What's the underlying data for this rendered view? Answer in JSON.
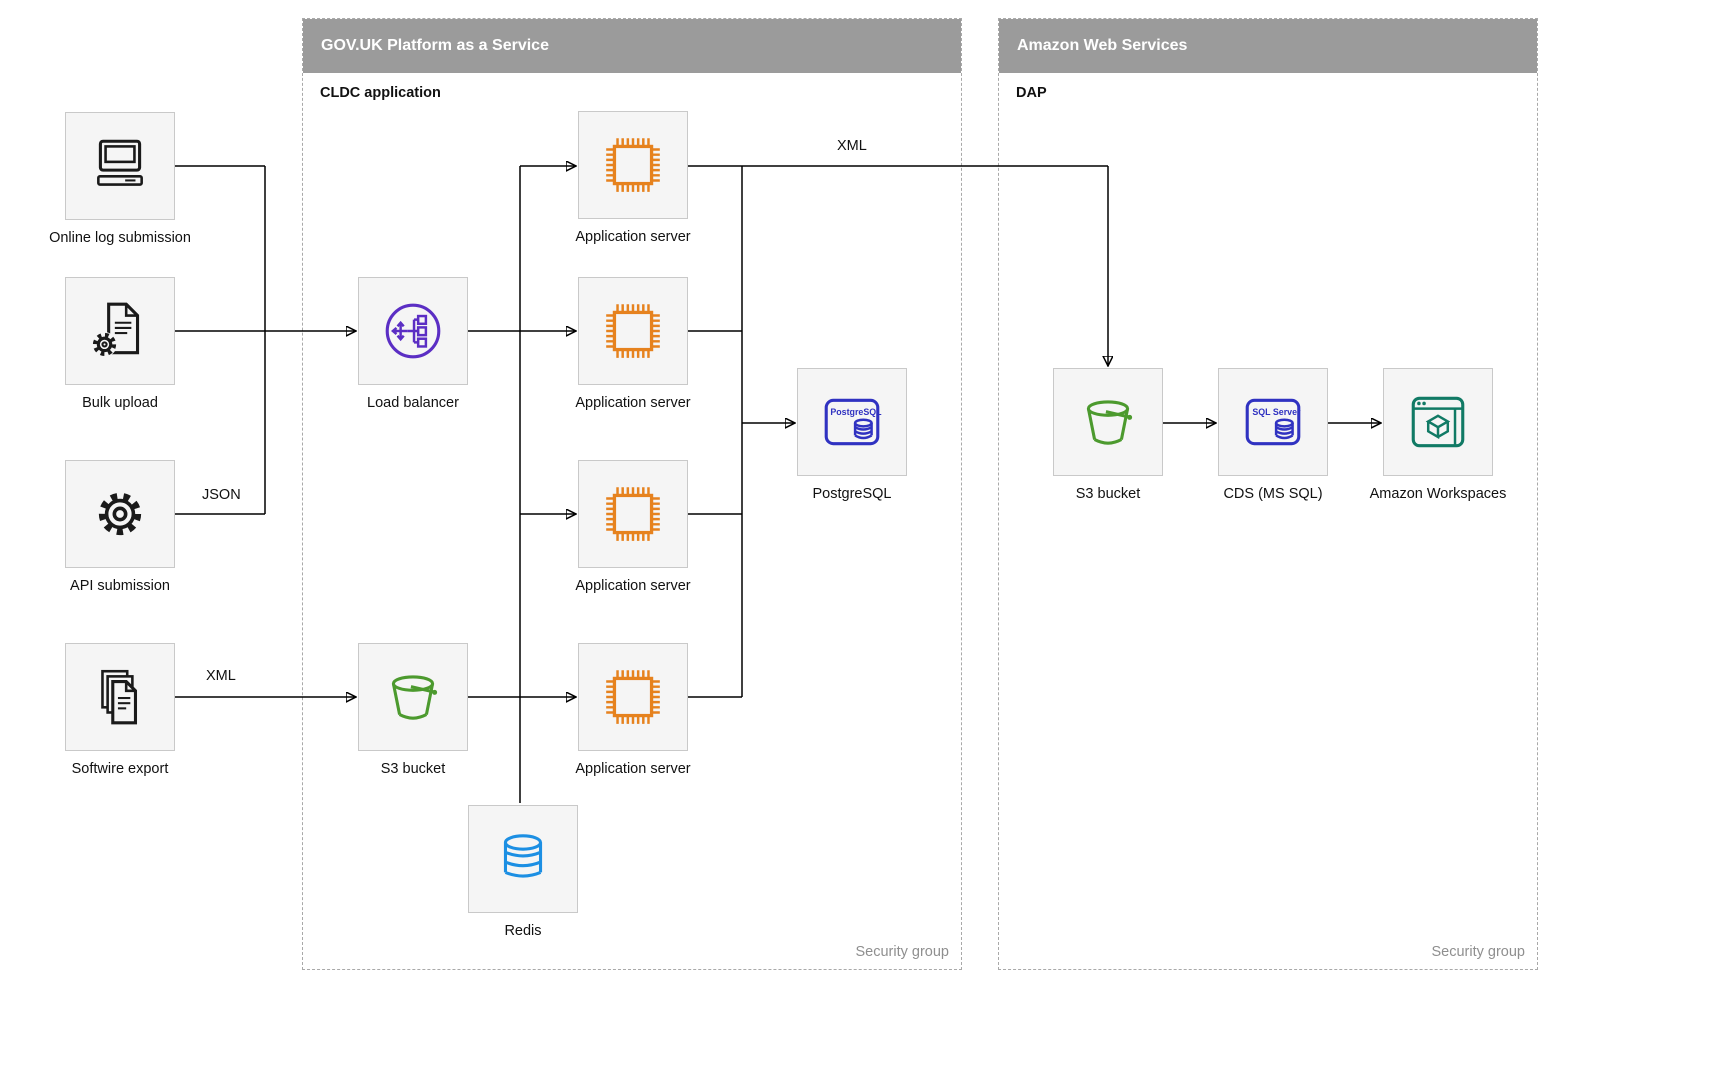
{
  "diagram": {
    "containers": {
      "govuk": {
        "title": "GOV.UK Platform as a Service",
        "sublabel": "CLDC application",
        "security_label": "Security group"
      },
      "aws": {
        "title": "Amazon Web Services",
        "sublabel": "DAP",
        "security_label": "Security group"
      }
    },
    "nodes": {
      "online_log": {
        "label": "Online log submission",
        "icon": "computer-icon"
      },
      "bulk_upload": {
        "label": "Bulk upload",
        "icon": "document-gear-icon"
      },
      "api_submission": {
        "label": "API submission",
        "icon": "gear-icon"
      },
      "softwire_export": {
        "label": "Softwire export",
        "icon": "documents-stack-icon"
      },
      "load_balancer": {
        "label": "Load balancer",
        "icon": "load-balancer-icon"
      },
      "s3_govuk": {
        "label": "S3 bucket",
        "icon": "bucket-icon"
      },
      "app_server_1": {
        "label": "Application server",
        "icon": "chip-icon"
      },
      "app_server_2": {
        "label": "Application server",
        "icon": "chip-icon"
      },
      "app_server_3": {
        "label": "Application server",
        "icon": "chip-icon"
      },
      "app_server_4": {
        "label": "Application server",
        "icon": "chip-icon"
      },
      "postgresql": {
        "label": "PostgreSQL",
        "icon": "postgresql-icon"
      },
      "redis": {
        "label": "Redis",
        "icon": "redis-database-icon"
      },
      "s3_aws": {
        "label": "S3 bucket",
        "icon": "bucket-icon"
      },
      "cds": {
        "label": "CDS (MS SQL)",
        "icon": "sql-server-icon"
      },
      "workspaces": {
        "label": "Amazon Workspaces",
        "icon": "workspaces-icon"
      }
    },
    "edge_labels": {
      "api_json": "JSON",
      "softwire_xml": "XML",
      "dap_xml": "XML"
    },
    "icon_text": {
      "postgresql": "PostgreSQL",
      "sql_server": "SQL Server"
    },
    "colors": {
      "header_grey": "#9b9b9b",
      "box_fill": "#f5f5f5",
      "box_border": "#c9c9c9",
      "dashed_border": "#a9a9a9",
      "edge_black": "#000000",
      "chip_orange": "#e6821e",
      "load_balancer_purple": "#5b2ec4",
      "database_blue": "#3032c1",
      "bucket_green": "#4c9a2e",
      "redis_blue": "#1c8fe3",
      "workspaces_teal": "#117a65",
      "dark_icon": "#1a1a1a",
      "security_grey": "#8f8f8f"
    }
  }
}
